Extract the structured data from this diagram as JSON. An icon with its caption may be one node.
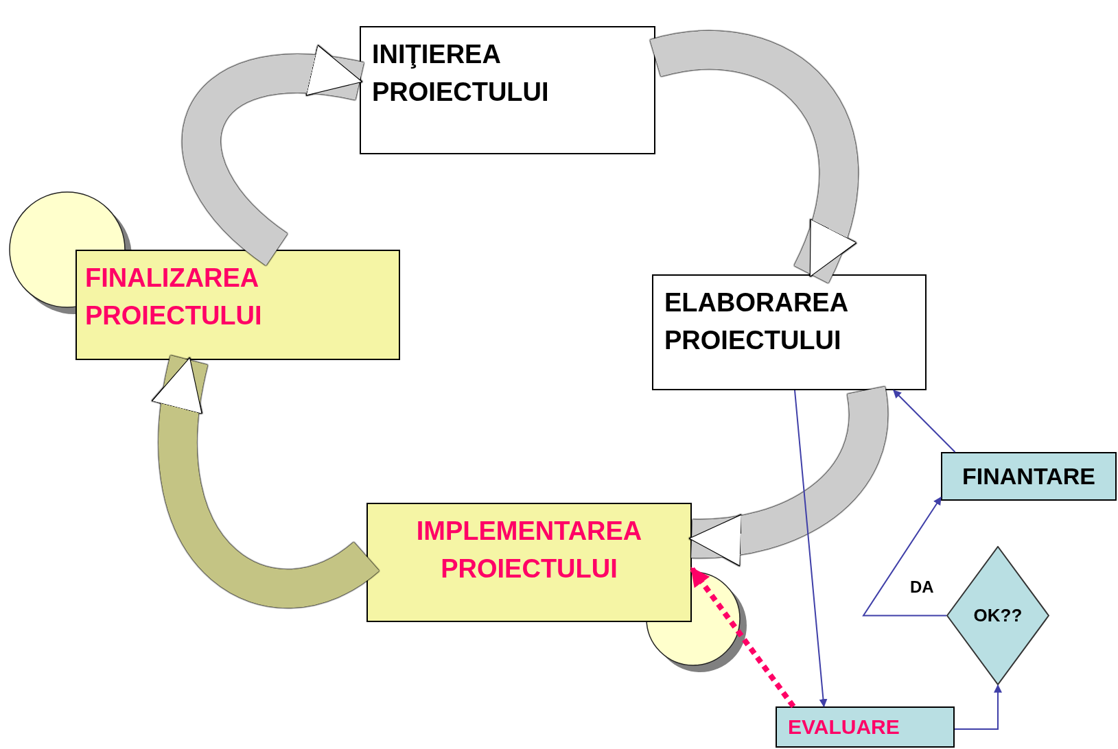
{
  "diagram": {
    "nodes": [
      {
        "text": [
          "INIŢIEREA PROIECTULUI"
        ]
      },
      {
        "text": [
          "ELABORAREA PROIECTULUI"
        ]
      },
      {
        "text": [
          "IMPLEMENTAREA PROIECTULUI"
        ]
      },
      {
        "text": [
          "FINALIZAREA PROIECTULUI"
        ]
      },
      {
        "text": [
          "FINANTARE"
        ]
      },
      {
        "text": [
          "OK??"
        ]
      },
      {
        "text": [
          "EVALUARE"
        ]
      }
    ],
    "edges": [
      {
        "from": 3,
        "to": 0,
        "arrow": "to",
        "style": "thick",
        "color": "#cccccc"
      },
      {
        "from": 0,
        "to": 1,
        "arrow": "to",
        "style": "thick",
        "color": "#cccccc"
      },
      {
        "from": 1,
        "to": 2,
        "arrow": "to",
        "style": "thick",
        "color": "#cccccc"
      },
      {
        "from": 2,
        "to": 3,
        "arrow": "to",
        "style": "thick",
        "color": "#c4c484"
      },
      {
        "from": 1,
        "to": 6,
        "arrow": "to",
        "color": "#3f3fa8"
      },
      {
        "from": 6,
        "to": 5,
        "arrow": "to",
        "color": "#3f3fa8"
      },
      {
        "from": 5,
        "to": 4,
        "label": "DA",
        "arrow": "to",
        "color": "#3f3fa8"
      },
      {
        "from": 4,
        "to": 1,
        "arrow": "to",
        "color": "#3f3fa8"
      },
      {
        "from": 6,
        "to": 2,
        "arrow": "to",
        "style": "dashed",
        "color": "#ff0066"
      }
    ]
  }
}
